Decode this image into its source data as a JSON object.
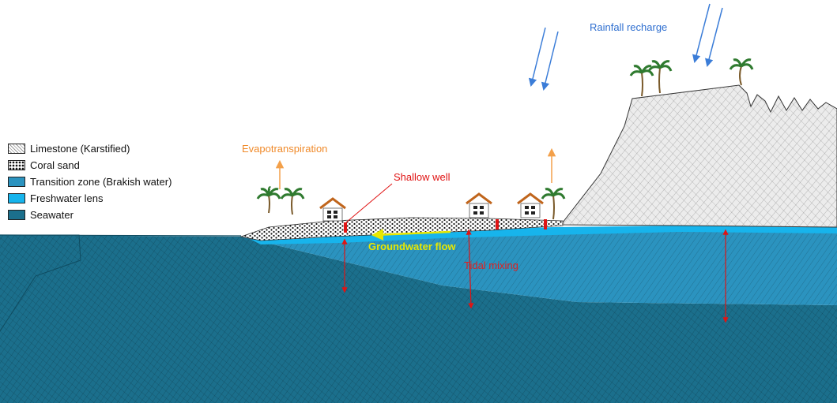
{
  "legend": {
    "items": [
      {
        "label": "Limestone (Karstified)",
        "pattern": "limestone"
      },
      {
        "label": "Coral sand",
        "pattern": "sand"
      },
      {
        "label": "Transition zone (Brakish water)",
        "color": "#2b93bf"
      },
      {
        "label": "Freshwater lens",
        "color": "#17b4ec"
      },
      {
        "label": "Seawater",
        "color": "#1b6f8c"
      }
    ]
  },
  "labels": {
    "rainfall": "Rainfall recharge",
    "evapotranspiration": "Evapotranspiration",
    "shallow_well": "Shallow well",
    "groundwater_flow": "Groundwater flow",
    "tidal_mixing": "Tidal mixing"
  },
  "colors": {
    "seawater": "#1b6f8c",
    "transition": "#2b93bf",
    "freshwater": "#17b4ec",
    "limestone": "#e6e6e6",
    "rain_arrow": "#3b7dd8",
    "evap_arrow": "#f3a04a",
    "tidal_arrow": "#e01414",
    "flow_arrow": "#e8e800",
    "well": "#e01414"
  }
}
